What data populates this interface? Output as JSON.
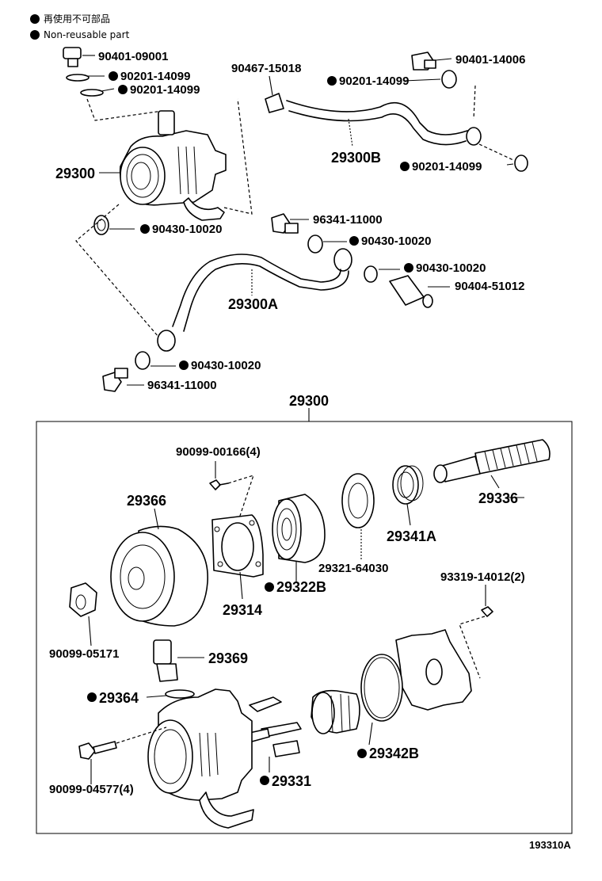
{
  "legend": {
    "line_jp": "再使用不可部品",
    "line_en": "Non-reusable part"
  },
  "top_labels": [
    {
      "text": "90401-09001",
      "dot": false
    },
    {
      "text": "90201-14099",
      "dot": true
    },
    {
      "text": "90201-14099",
      "dot": true
    },
    {
      "text": "29300",
      "dot": false
    },
    {
      "text": "90430-10020",
      "dot": true
    },
    {
      "text": "90467-15018",
      "dot": false
    },
    {
      "text": "90201-14099",
      "dot": true
    },
    {
      "text": "29300B",
      "dot": false
    },
    {
      "text": "90401-14006",
      "dot": false
    },
    {
      "text": "90201-14099",
      "dot": true
    },
    {
      "text": "96341-11000",
      "dot": false
    },
    {
      "text": "90430-10020",
      "dot": true
    },
    {
      "text": "90430-10020",
      "dot": true
    },
    {
      "text": "90404-51012",
      "dot": false
    },
    {
      "text": "29300A",
      "dot": false
    },
    {
      "text": "90430-10020",
      "dot": true
    },
    {
      "text": "96341-11000",
      "dot": false
    }
  ],
  "box_title": "29300",
  "box_labels": [
    {
      "text": "90099-00166(4)",
      "dot": false
    },
    {
      "text": "29366",
      "dot": false
    },
    {
      "text": "29336",
      "dot": false
    },
    {
      "text": "29341A",
      "dot": false
    },
    {
      "text": "29321-64030",
      "dot": false
    },
    {
      "text": "29322B",
      "dot": true
    },
    {
      "text": "29314",
      "dot": false
    },
    {
      "text": "93319-14012(2)",
      "dot": false
    },
    {
      "text": "90099-05171",
      "dot": false
    },
    {
      "text": "29369",
      "dot": false
    },
    {
      "text": "29364",
      "dot": true
    },
    {
      "text": "29342B",
      "dot": true
    },
    {
      "text": "29331",
      "dot": true
    },
    {
      "text": "90099-04577(4)",
      "dot": false
    }
  ],
  "ref_code": "193310A"
}
